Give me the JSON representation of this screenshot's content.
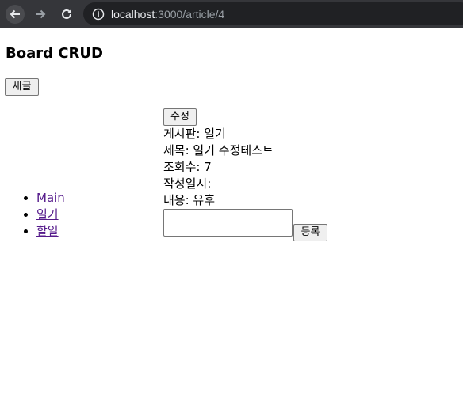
{
  "browser": {
    "url_host": "localhost",
    "url_path": ":3000/article/4"
  },
  "page": {
    "title": "Board CRUD",
    "new_button": "새글"
  },
  "sidebar": {
    "items": [
      {
        "label": "Main"
      },
      {
        "label": "일기"
      },
      {
        "label": "할일"
      }
    ]
  },
  "article": {
    "edit_button": "수정",
    "board": "게시판: 일기",
    "subject": "제목: 일기 수정테스트",
    "views": "조회수: 7",
    "created": "작성일시:",
    "content": "내용: 유후",
    "comment_value": "",
    "register_button": "등록"
  }
}
